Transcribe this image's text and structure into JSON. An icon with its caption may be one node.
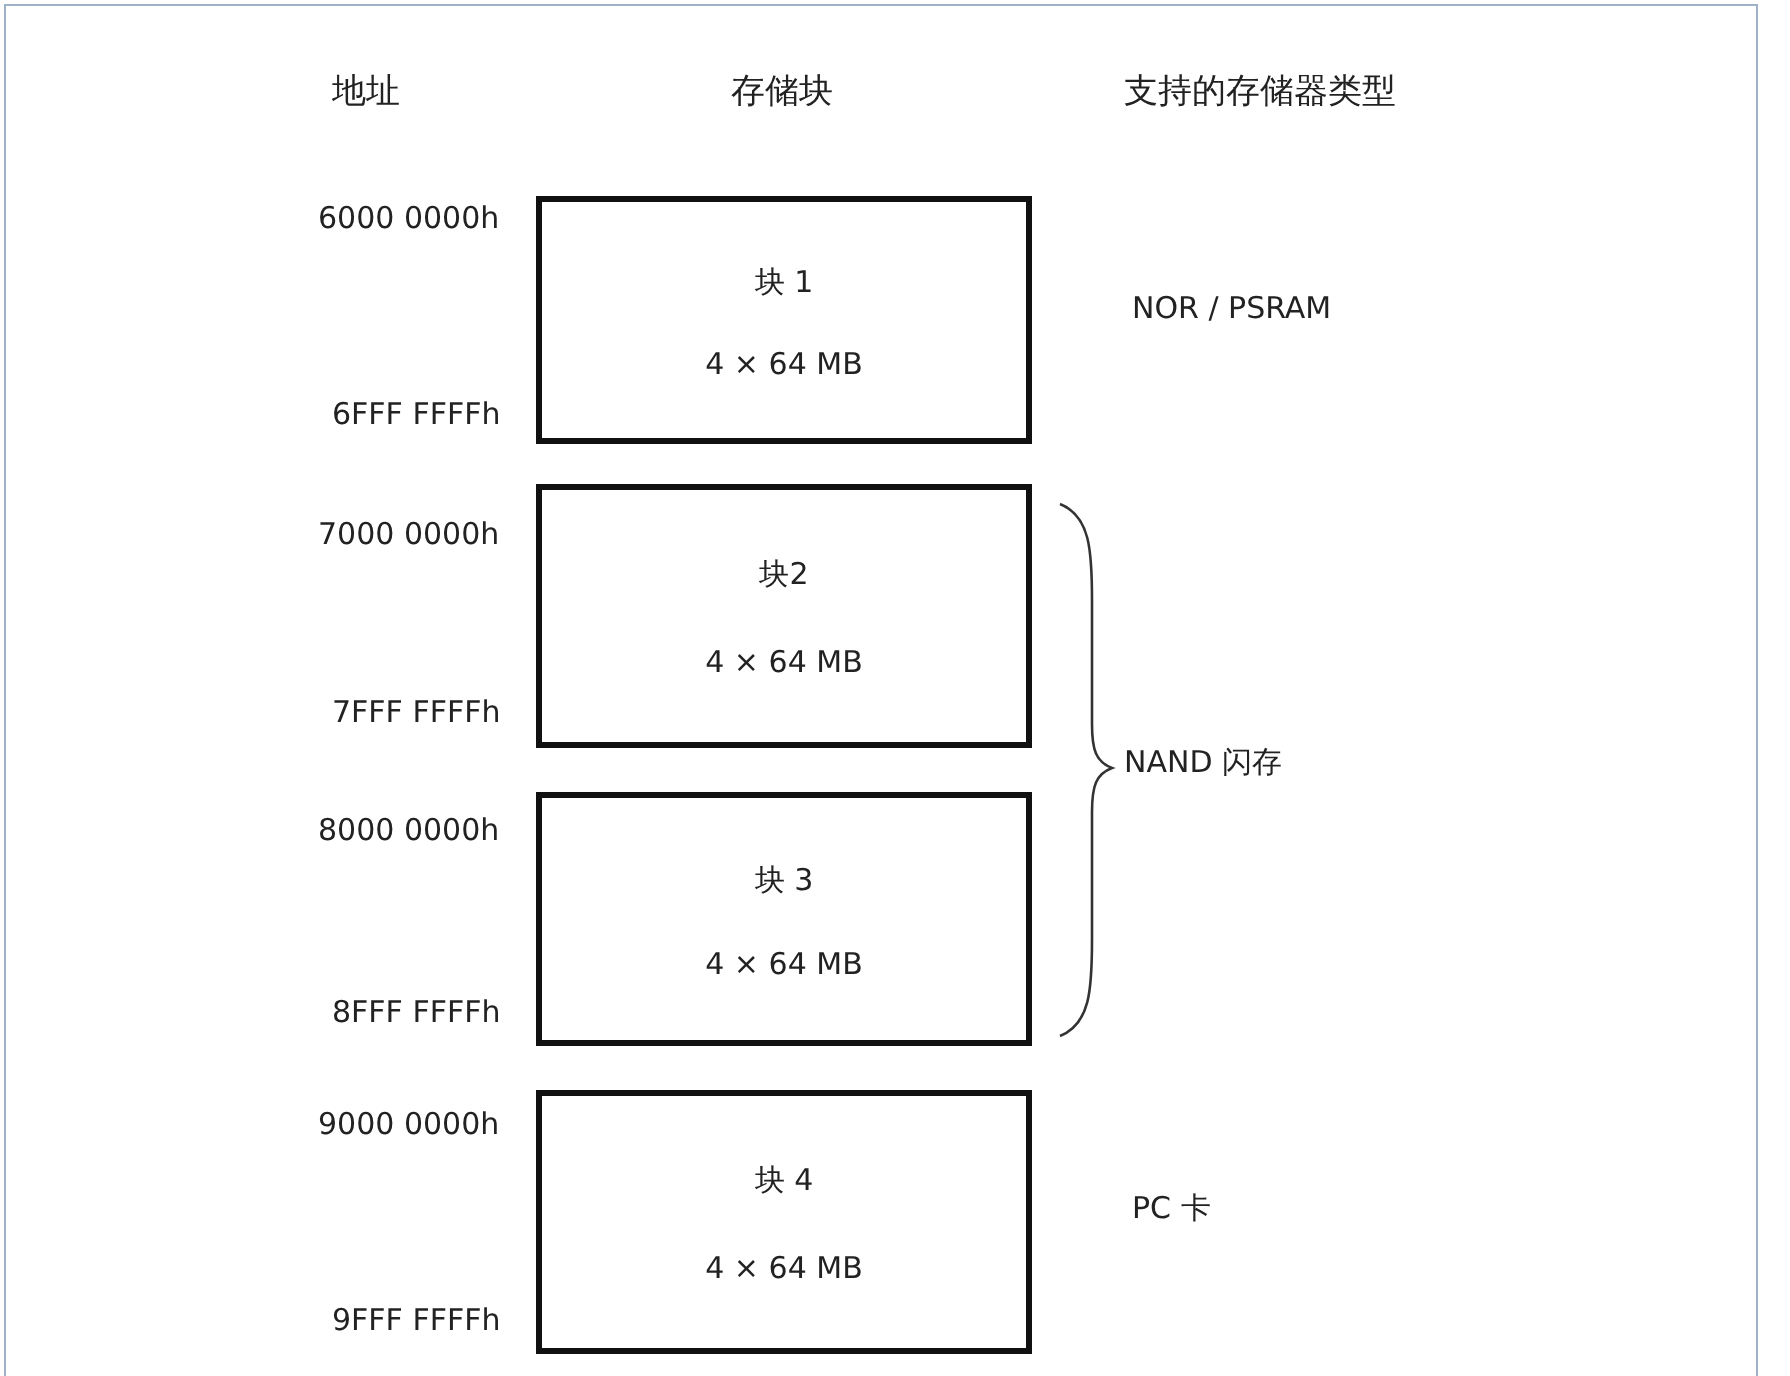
{
  "diagram": {
    "nodes": [
      {
        "text": [
          "块 1",
          "4 × 64 MB"
        ]
      },
      {
        "text": [
          "块2",
          "4 × 64 MB"
        ]
      },
      {
        "text": [
          "块 3",
          "4 × 64 MB"
        ]
      },
      {
        "text": [
          "块 4",
          "4 × 64 MB"
        ]
      }
    ],
    "labels": [
      "地址",
      "存储块",
      "支持的存储器类型",
      "6000 0000h",
      "NOR / PSRAM",
      "6FFF FFFFh",
      "7000 0000h",
      "7FFF FFFFh",
      "NAND 闪存",
      "8000 0000h",
      "8FFF FFFFh",
      "9000 0000h",
      "PC 卡",
      "9FFF FFFFh"
    ]
  }
}
